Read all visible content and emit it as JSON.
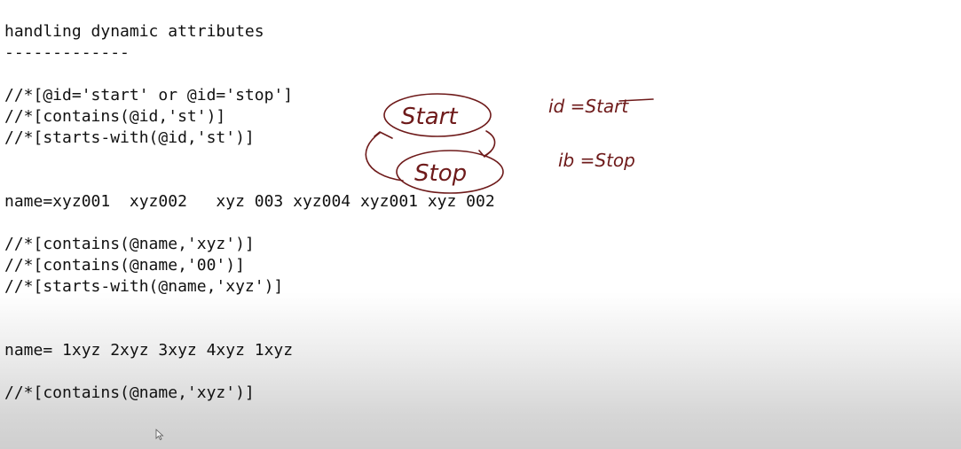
{
  "editor": {
    "lines": [
      "handling dynamic attributes",
      "-------------",
      "//*[@id='start' or @id='stop']",
      "//*[contains(@id,'st')]",
      "//*[starts-with(@id,'st')]",
      "name=xyz001  xyz002   xyz 003 xyz004 xyz001 xyz 002",
      "//*[contains(@name,'xyz')]",
      "//*[contains(@name,'00')]",
      "//*[starts-with(@name,'xyz')]",
      "name= 1xyz 2xyz 3xyz 4xyz 1xyz",
      "//*[contains(@name,'xyz')]"
    ]
  },
  "annotations": {
    "start_bubble": "Start",
    "stop_bubble": "Stop",
    "id_start_note": "id =Start",
    "id_stop_note": "ib =Stop",
    "ink_color": "#6e1a1a"
  },
  "pointer": {
    "icon": "mouse-pointer-icon"
  }
}
